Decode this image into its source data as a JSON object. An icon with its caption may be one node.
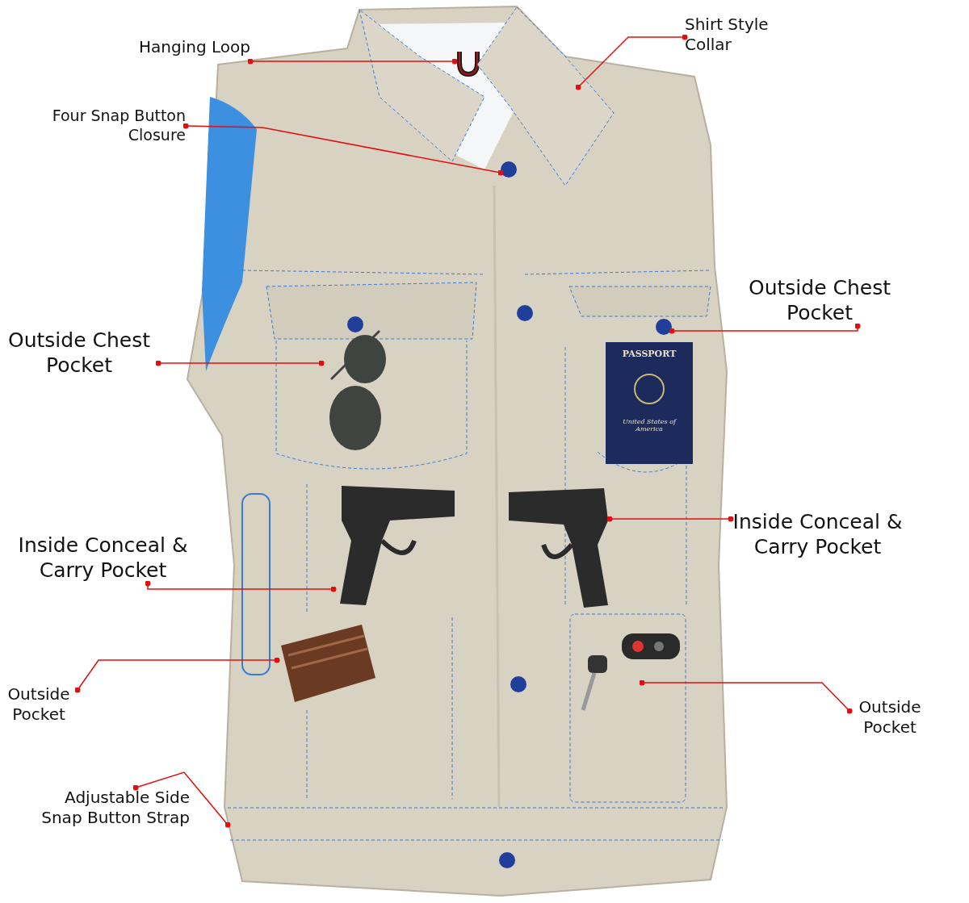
{
  "diagram": {
    "nodes": [
      {
        "text": [
          "Hanging Loop"
        ]
      },
      {
        "text": [
          "Shirt Style Collar"
        ]
      },
      {
        "text": [
          "Four Snap Button Closure"
        ]
      },
      {
        "text": [
          "Outside Chest Pocket"
        ]
      },
      {
        "text": [
          "Outside Chest Pocket"
        ]
      },
      {
        "text": [
          "Inside Conceal & Carry Pocket"
        ]
      },
      {
        "text": [
          "Inside Conceal & Carry Pocket"
        ]
      },
      {
        "text": [
          "Outside Pocket"
        ]
      },
      {
        "text": [
          "Outside Pocket"
        ]
      },
      {
        "text": [
          "Adjustable Side Snap Button Strap"
        ]
      },
      {
        "text": [],
        "shape": "picture"
      },
      {
        "text": [],
        "shape": "picture"
      },
      {
        "text": [],
        "shape": "picture"
      },
      {
        "text": [],
        "shape": "picture"
      },
      {
        "text": [],
        "shape": "picture"
      },
      {
        "text": [],
        "shape": "circle"
      },
      {
        "text": [],
        "shape": "picture"
      },
      {
        "text": [],
        "shape": "circle"
      },
      {
        "text": [],
        "shape": "picture"
      },
      {
        "text": [],
        "shape": "bar"
      }
    ],
    "edges": [
      {
        "from": 0,
        "to": 10,
        "arrow": "other"
      },
      {
        "from": 1,
        "to": 14,
        "arrow": "other"
      },
      {
        "from": 2,
        "to": 15,
        "arrow": "other"
      },
      {
        "from": 3,
        "to": 16,
        "arrow": "other"
      },
      {
        "from": 4,
        "to": 17,
        "arrow": "other"
      },
      {
        "from": 5,
        "to": 11,
        "arrow": "other"
      },
      {
        "from": 6,
        "to": 12,
        "arrow": "other"
      },
      {
        "from": 7,
        "to": 13,
        "arrow": "other"
      },
      {
        "from": 8,
        "to": 18,
        "arrow": "other"
      },
      {
        "from": 9,
        "to": 19,
        "arrow": "other"
      }
    ],
    "labels": [
      "PASSPORT",
      "United States of America"
    ]
  }
}
